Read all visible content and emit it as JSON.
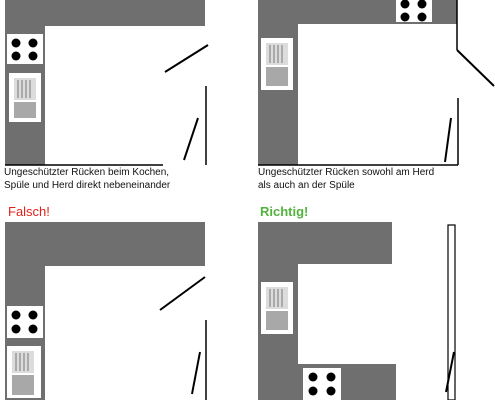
{
  "panels": [
    {
      "caption_line1": "Ungeschützter Rücken beim Kochen,",
      "caption_line2": "Spüle und Herd direkt nebeneinander"
    },
    {
      "caption_line1": "Ungeschützter Rücken sowohl am Herd",
      "caption_line2": "als auch an der Spüle"
    },
    {},
    {}
  ],
  "verdicts": {
    "wrong": {
      "label": "Falsch!",
      "color": "#e0231c"
    },
    "right": {
      "label": "Richtig!",
      "color": "#52b33e"
    }
  },
  "colors": {
    "counter": "#6f6f6f",
    "cooktop_burner": "#000000",
    "cooktop_surface": "#ffffff",
    "sink_frame": "#ffffff",
    "wall_line": "#000000"
  },
  "icons": [
    "cooktop-icon",
    "sink-icon",
    "door-swing-icon"
  ]
}
